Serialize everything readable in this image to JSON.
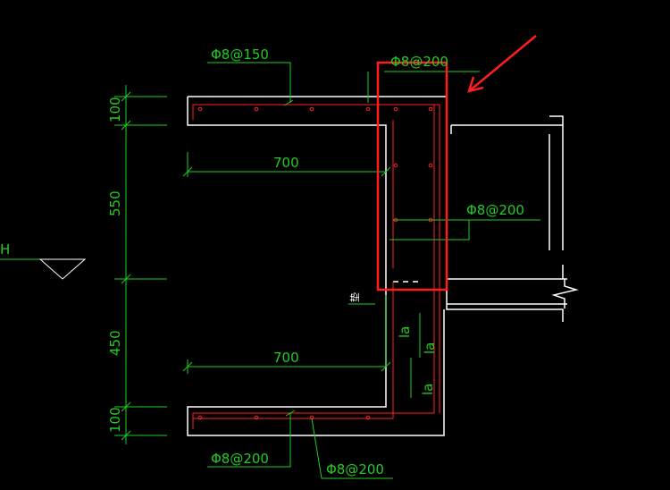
{
  "colors": {
    "background": "#000000",
    "outline": "#ffffff",
    "rebar": "#ff2222",
    "dimension": "#22cc22",
    "highlight": "#ff1e1e"
  },
  "labels": {
    "rebar_top_left": "Φ8@150",
    "rebar_top_right": "Φ8@200",
    "rebar_mid_right": "Φ8@200",
    "rebar_bottom_left": "Φ8@200",
    "rebar_bottom_right": "Φ8@200",
    "dim_700_top": "700",
    "dim_700_bottom": "700",
    "dim_100_top": "100",
    "dim_550": "550",
    "dim_450": "450",
    "dim_100_bottom": "100",
    "la_1": "la",
    "la_2": "la",
    "la_3": "la",
    "level_mark": "H",
    "small_note": "垫"
  },
  "icons": {
    "level_symbol": "level-triangle-icon",
    "callout_arrow": "red-arrow-icon",
    "break_mark": "break-line-icon"
  }
}
